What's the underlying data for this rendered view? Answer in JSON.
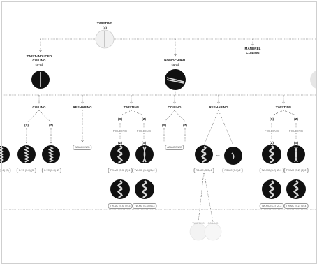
{
  "diagram": {
    "root": {
      "title": "TWISTING",
      "sub": "(S)"
    },
    "level1": [
      {
        "key": "tic",
        "title": "TWIST-INDUCED\nCOILING",
        "sub": "(S-S)"
      },
      {
        "key": "homo",
        "title": "HOMOCHIRAL",
        "sub": "(S-S)"
      },
      {
        "key": "mandrel",
        "title": "MANDREL\nCOILING",
        "sub": ""
      }
    ],
    "branches": {
      "coiling_left": "COILING",
      "reshaping_left": "RESHAPING",
      "twisting_mid": "TWISTING",
      "coiling_mid": "COILING",
      "reshaping_mid": "RESHAPING",
      "twisting_right": "TWISTING"
    },
    "chirality_tags": {
      "s": "(S)",
      "z": "(Z)"
    },
    "folding": "FOLDING",
    "abandoned": "ABANDONED",
    "ellipsis": "•••",
    "pills": {
      "tc_s": "C-TC (S-S) (S)",
      "tc_z": "C-TC (S-S) (Z)",
      "left_edge": "(S-S) (S)",
      "tw_z1": "TW-MC (S-S) (Z)-1",
      "tw_s1": "TW-MC (S-S) (S)-2",
      "tw_z2": "TW-MC (S-S) (Z)-3",
      "tw_s2": "TW-MC (S-S) (S)-4",
      "rs_1": "RS-MC (S-S)-1",
      "rs_2": "RS-MC (S-S)-2",
      "tw_r1": "TW-MC (S-Z) (Z)-1",
      "tw_r2": "TW-MC (S-Z) (S)-2",
      "tw_r3": "TW-MC (S-Z) (Z)-3",
      "tw_r4": "TW-MC (S-Z) (S)-4"
    },
    "ghost": {
      "left": "TWISTING",
      "right": "COILING"
    },
    "colors": {
      "line": "#555555",
      "ring": "#cfcfcf",
      "dark": "#111111",
      "fiber": "#d9d9d9"
    }
  }
}
